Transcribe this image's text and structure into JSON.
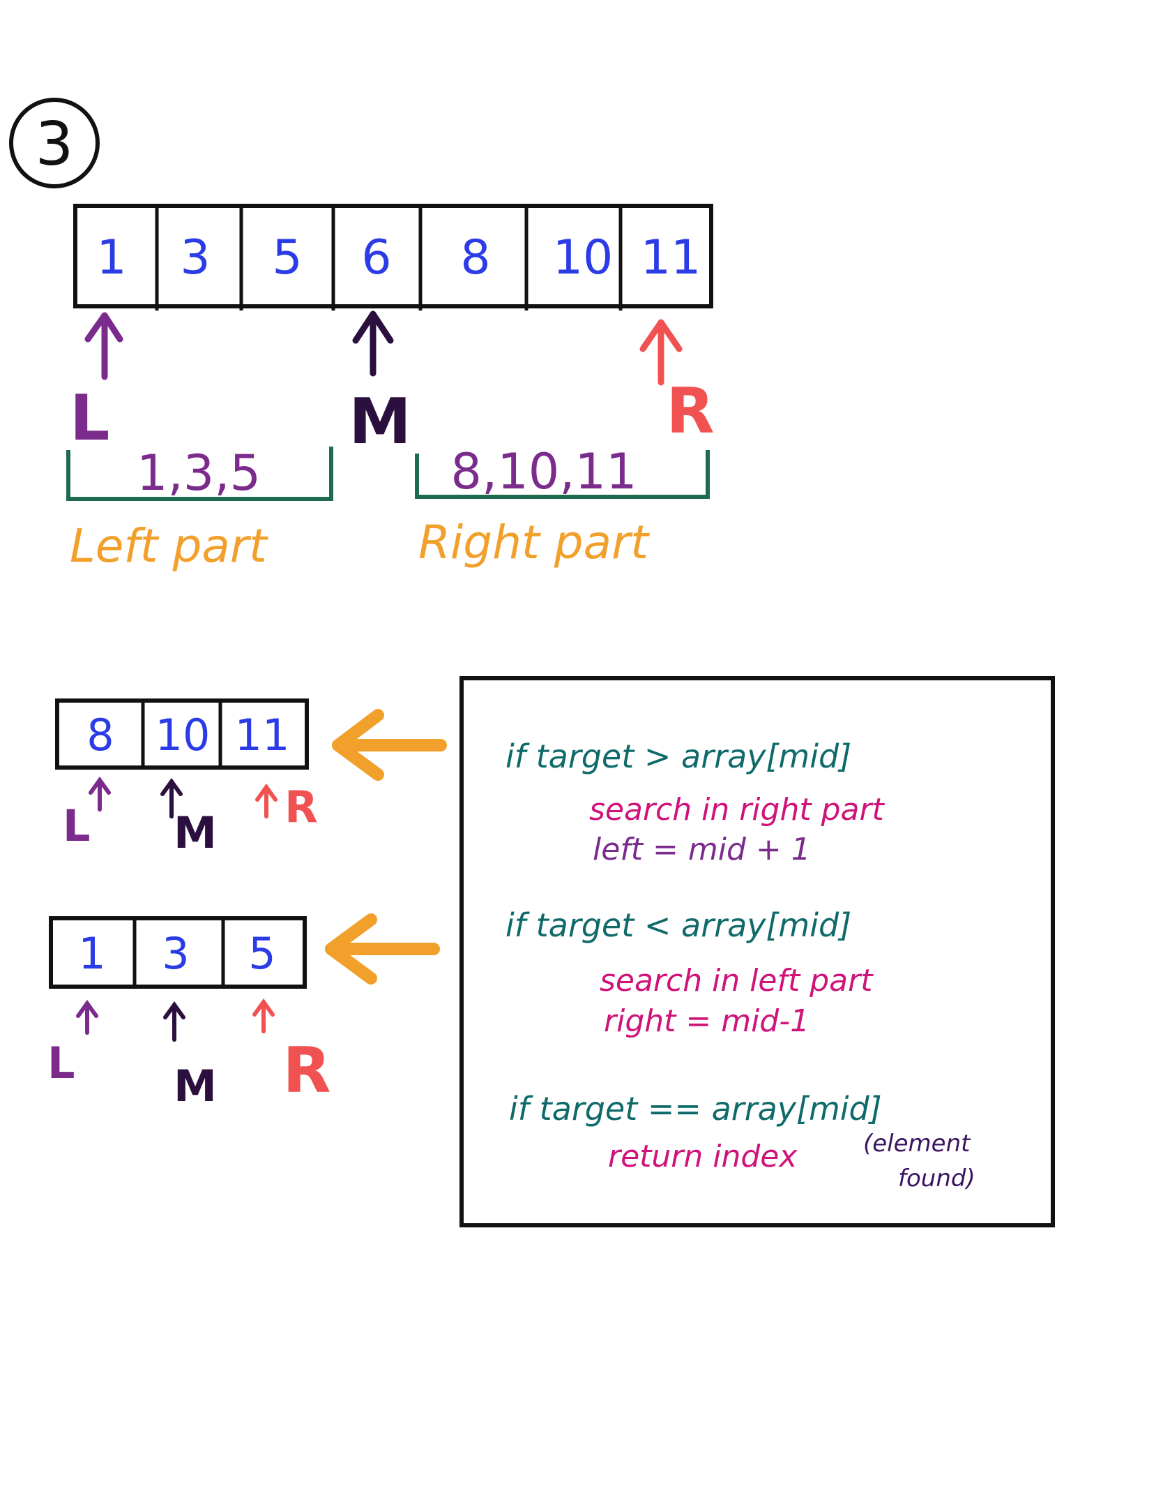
{
  "step_number": "3",
  "colors": {
    "ink": "#111111",
    "number_blue": "#2b3ce6",
    "left_purple": "#7a2b8c",
    "mid_dark": "#2a0f3f",
    "right_red": "#f05252",
    "bracket_green": "#1f6b4f",
    "part_orange": "#f2a02c",
    "code_teal": "#116a6a",
    "code_pink": "#cf1379",
    "code_purple": "#3a1460"
  },
  "main_array": {
    "values": [
      "1",
      "3",
      "5",
      "6",
      "8",
      "10",
      "11"
    ]
  },
  "pointers": {
    "left": "L",
    "mid": "M",
    "right": "R"
  },
  "split": {
    "left_values": "1,3,5",
    "right_values": "8,10,11",
    "left_label": "Left part",
    "right_label": "Right part"
  },
  "sub_right": {
    "values": [
      "8",
      "10",
      "11"
    ],
    "left": "L",
    "mid": "M",
    "right": "R"
  },
  "sub_left": {
    "values": [
      "1",
      "3",
      "5"
    ],
    "left": "L",
    "mid": "M",
    "right": "R"
  },
  "code_box": {
    "greater": {
      "condition": "if target > array[mid]",
      "action": "search in right part",
      "assign": "left = mid + 1"
    },
    "less": {
      "condition": "if target < array[mid]",
      "action": "search in left part",
      "assign": "right = mid-1"
    },
    "equal": {
      "condition": "if target == array[mid]",
      "action": "return index",
      "note_1": "(element",
      "note_2": "found)"
    }
  }
}
